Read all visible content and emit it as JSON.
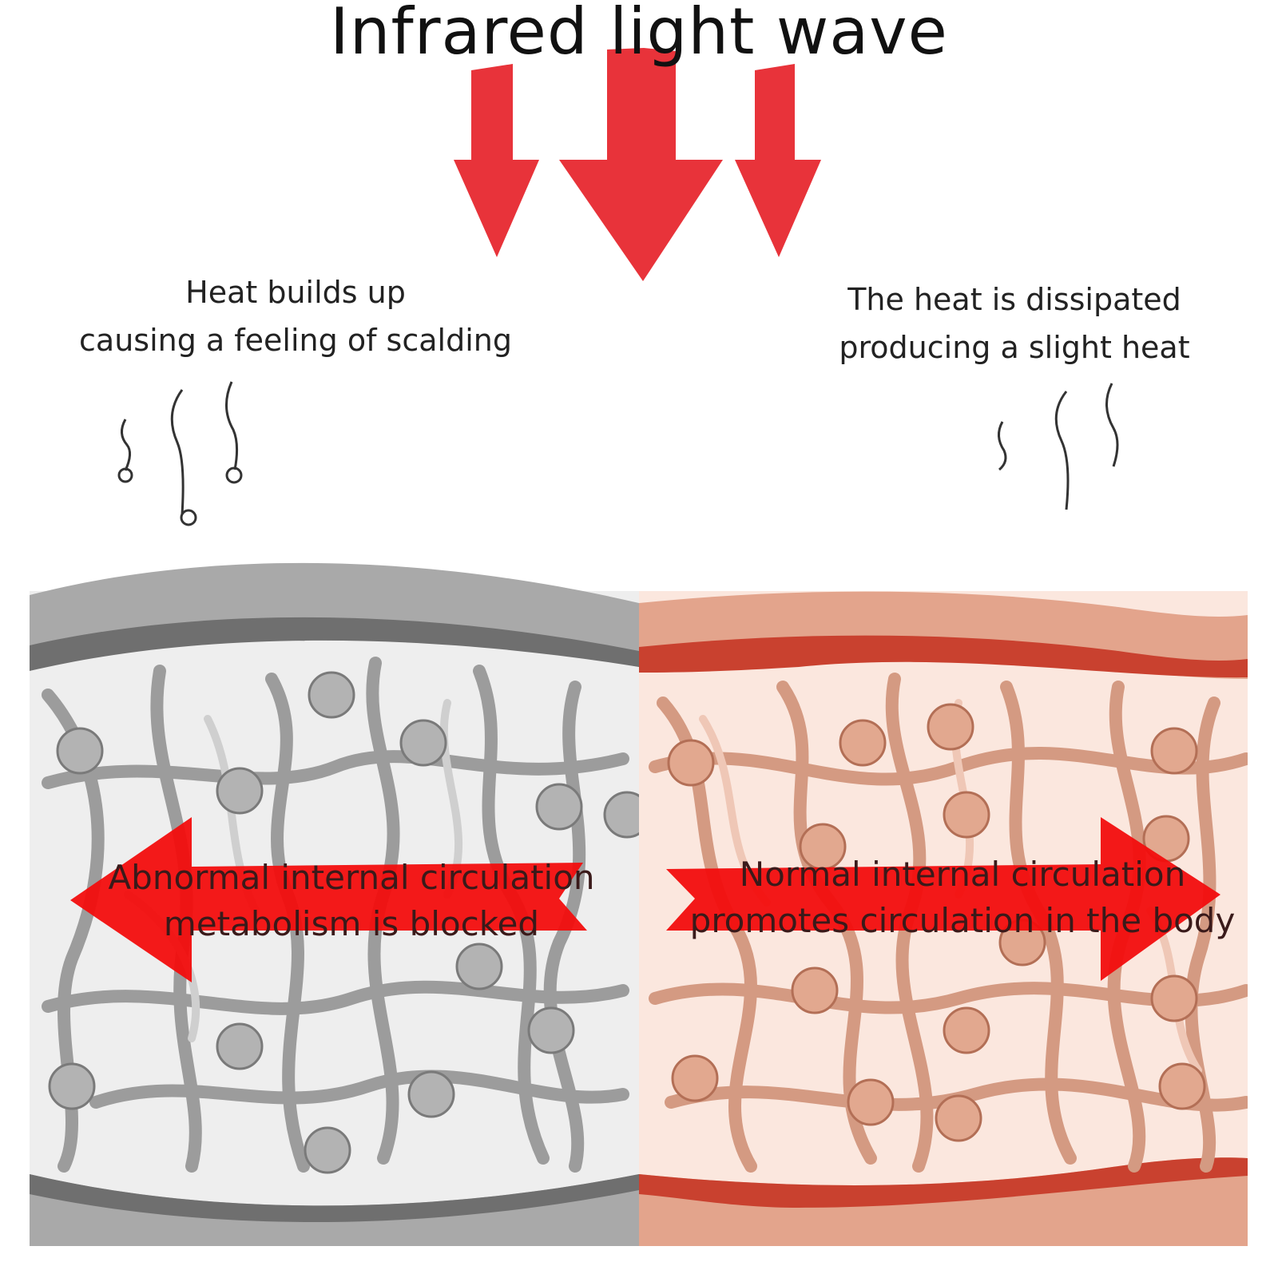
{
  "title": "Infrared light wave",
  "left_caption": {
    "line1": "Heat builds up",
    "line2": "causing a feeling of scalding"
  },
  "right_caption": {
    "line1": "The heat is dissipated",
    "line2": "producing a slight heat"
  },
  "left_band": {
    "line1": "Abnormal internal circulation",
    "line2": "metabolism is blocked"
  },
  "right_band": {
    "line1": "Normal internal circulation",
    "line2": "promotes circulation in the body"
  },
  "colors": {
    "arrow_red": "#e8333a",
    "band_arrow_red": "#f20d0d",
    "left_wall": "#8c8c8c",
    "right_wall": "#d9836a",
    "left_bg": "#eeeeee",
    "right_bg": "#fbe7de"
  }
}
